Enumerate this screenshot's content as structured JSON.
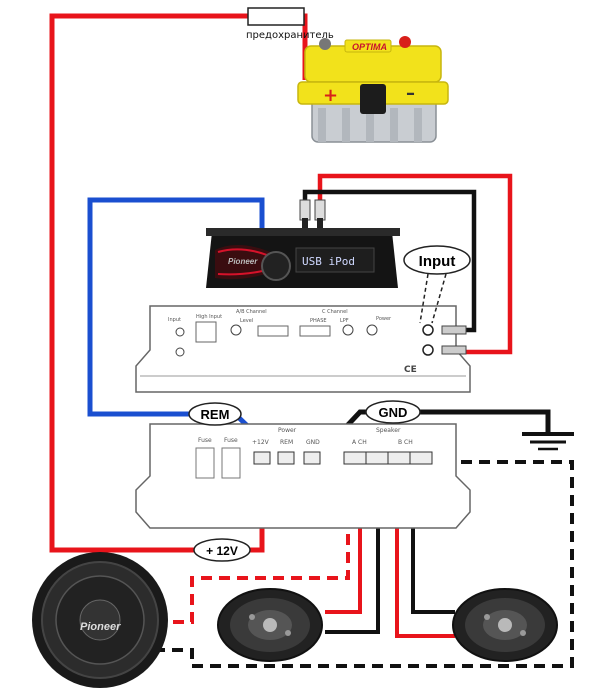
{
  "fuse": {
    "label": "предохранитель"
  },
  "battery": {
    "brand": "OPTIMA",
    "plus": "+",
    "minus": "–"
  },
  "head_unit": {
    "brand": "Pioneer",
    "display": "USB iPod"
  },
  "amp_top": {
    "high_input": "High Input",
    "ab_channel": "A/B Channel",
    "c_channel": "C Channel",
    "input": "Input",
    "power": "Power",
    "level": "Level",
    "phase": "PHASE",
    "lpf": "LPF",
    "ce": "CE"
  },
  "amp_bottom": {
    "fuse1": "Fuse",
    "fuse2": "Fuse",
    "power_title": "Power",
    "t_12v": "+12V",
    "t_rem": "REM",
    "t_gnd": "GND",
    "speaker_title": "Speaker",
    "ch_a": "A CH",
    "ch_b": "B CH"
  },
  "callouts": {
    "input": "Input",
    "rem": "REM",
    "gnd": "GND",
    "v12": "+ 12V"
  },
  "subwoofer": {
    "brand": "Pioneer"
  },
  "colors": {
    "power": "#e8141b",
    "remote": "#1a4fd0",
    "ground": "#111111",
    "battery_top": "#f2e21b",
    "battery_body": "#c9cdd2"
  }
}
